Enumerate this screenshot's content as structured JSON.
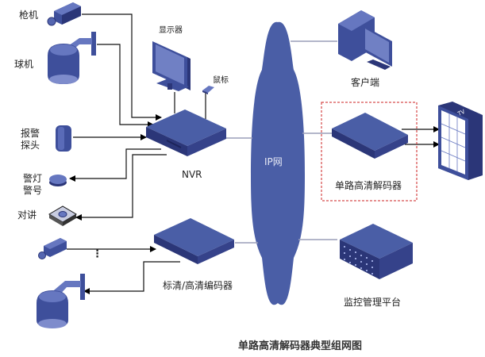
{
  "diagram": {
    "title": "单路高清解码器典型组网图",
    "network_label": "IP网",
    "colors": {
      "device_blue": "#3e4f9b",
      "device_dark": "#2b3678",
      "device_light": "#6677c0",
      "cloud": "#4a5ea6",
      "line": "#000000",
      "net_line": "#9a9db8",
      "highlight_border": "#cc2222"
    },
    "nodes": {
      "bullet_camera": {
        "label": "枪机"
      },
      "dome_camera": {
        "label": "球机"
      },
      "alarm_detector": {
        "label_line1": "报警",
        "label_line2": "探头"
      },
      "alarm_light": {
        "label_line1": "警灯",
        "label_line2": "警号"
      },
      "intercom": {
        "label": "对讲"
      },
      "monitor": {
        "label": "显示器"
      },
      "mouse": {
        "label": "鼠标"
      },
      "nvr": {
        "label": "NVR"
      },
      "client": {
        "label": "客户端"
      },
      "decoder": {
        "label": "单路高清解码器"
      },
      "tv_wall": {
        "label": "TV"
      },
      "encoder": {
        "label": "标清/高清编码器"
      },
      "management_platform": {
        "label": "监控管理平台"
      }
    },
    "ellipsis": "⋮",
    "connections": [
      {
        "from": "枪机",
        "to": "NVR",
        "direction": "to"
      },
      {
        "from": "球机",
        "to": "NVR",
        "direction": "to"
      },
      {
        "from": "报警探头",
        "to": "NVR",
        "direction": "to"
      },
      {
        "from": "NVR",
        "to": "警灯警号",
        "direction": "to"
      },
      {
        "from": "NVR",
        "to": "对讲",
        "direction": "to"
      },
      {
        "from": "显示器",
        "to": "NVR",
        "direction": "none"
      },
      {
        "from": "鼠标",
        "to": "NVR",
        "direction": "none"
      },
      {
        "from": "NVR",
        "to": "IP网",
        "direction": "none"
      },
      {
        "from": "枪机",
        "to": "标清/高清编码器",
        "direction": "to"
      },
      {
        "from": "标清/高清编码器",
        "to": "球机",
        "direction": "to"
      },
      {
        "from": "标清/高清编码器",
        "to": "IP网",
        "direction": "none"
      },
      {
        "from": "IP网",
        "to": "客户端",
        "direction": "none"
      },
      {
        "from": "IP网",
        "to": "单路高清解码器",
        "direction": "none"
      },
      {
        "from": "IP网",
        "to": "监控管理平台",
        "direction": "none"
      },
      {
        "from": "单路高清解码器",
        "to": "TV",
        "direction": "to",
        "count": 2
      }
    ]
  }
}
